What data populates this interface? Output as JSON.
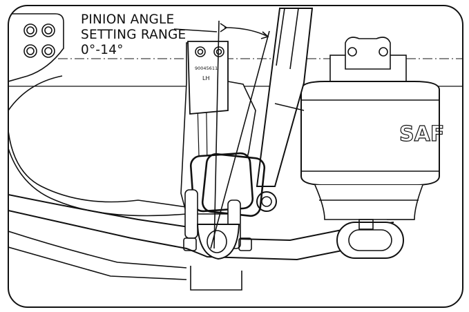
{
  "figure": {
    "callout": {
      "line1": "PINION ANGLE",
      "line2": "SETTING RANGE",
      "line3": "0°-14°"
    },
    "bracket_tag": {
      "part_number": "90045611",
      "side": "LH"
    },
    "air_spring_logo": "SAF"
  },
  "colors": {
    "ink": "#111111",
    "background": "#ffffff",
    "shading": "#e9e9e9"
  }
}
